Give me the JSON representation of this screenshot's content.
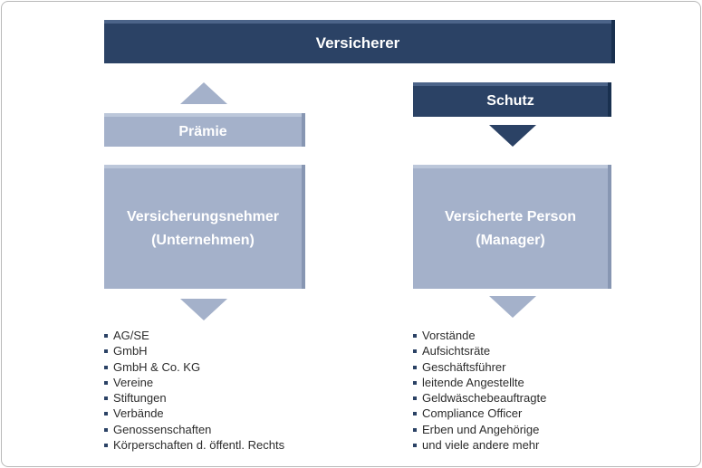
{
  "insurer": {
    "label": "Versicherer"
  },
  "protection": {
    "label": "Schutz"
  },
  "premium": {
    "label": "Prämie"
  },
  "policyholder": {
    "line1": "Versicherungsnehmer",
    "line2": "(Unternehmen)"
  },
  "insured_person": {
    "line1": "Versicherte Person",
    "line2": "(Manager)"
  },
  "policyholder_types": [
    "AG/SE",
    "GmbH",
    "GmbH & Co. KG",
    "Vereine",
    "Stiftungen",
    "Verbände",
    "Genossenschaften",
    "Körperschaften d. öffentl. Rechts"
  ],
  "insured_person_types": [
    "Vorstände",
    "Aufsichtsräte",
    "Geschäftsführer",
    "leitende Angestellte",
    "Geldwäschebeauftragte",
    "Compliance Officer",
    "Erben und Angehörige",
    "und viele andere mehr"
  ],
  "colors": {
    "dark_blue": "#2b4265",
    "light_blue": "#a4b1ca",
    "text": "#2c2c2c"
  }
}
